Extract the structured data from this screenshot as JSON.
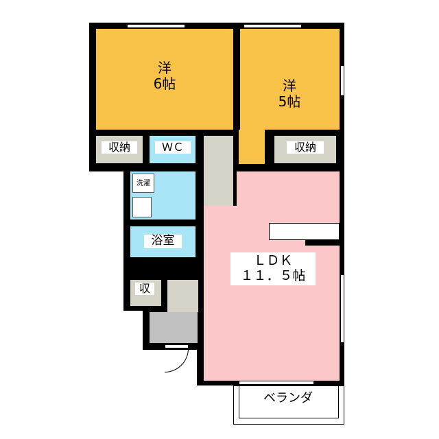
{
  "rooms": {
    "western1": {
      "type": "洋",
      "size": "6帖"
    },
    "western2": {
      "type": "洋",
      "size": "5帖"
    },
    "closet_left": "収納",
    "closet_right": "収納",
    "wc": "ＷＣ",
    "laundry": "洗濯",
    "bath": "浴室",
    "storage": "収",
    "ldk": {
      "name": "ＬＤＫ",
      "size": "１１．５帖"
    },
    "balcony": "ベランダ"
  },
  "colors": {
    "western": "#f9c34a",
    "wet": "#a8e6f7",
    "ldk": "#fbc7c8",
    "closet": "#d5d3c8",
    "entrance": "#c0c0c0"
  }
}
